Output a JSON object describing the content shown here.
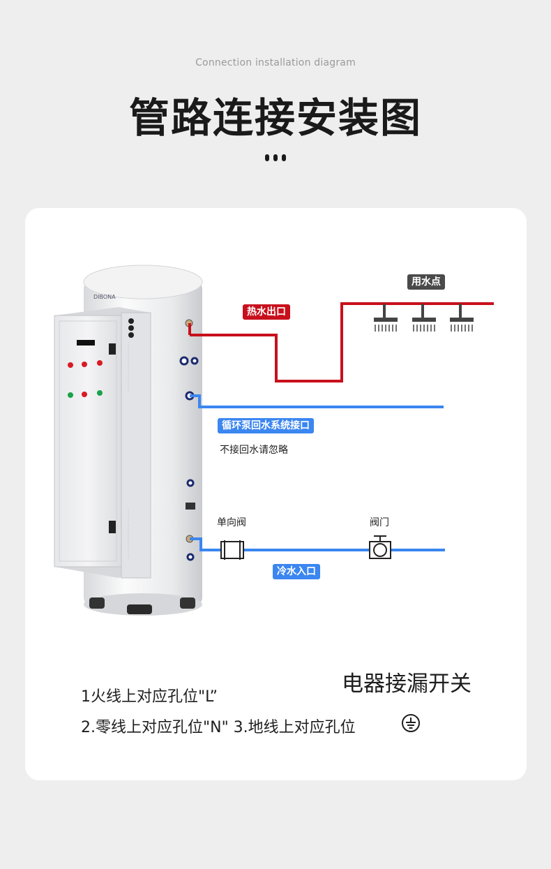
{
  "header": {
    "subtitle": "Connection installation diagram",
    "title": "管路连接安装图"
  },
  "diagram": {
    "brand": "DIBONA",
    "labels": {
      "hot_water_outlet": "热水出口",
      "water_point": "用水点",
      "circulation_return": "循环泵回水系统接口",
      "circulation_note": "不接回水请忽略",
      "check_valve": "单向阀",
      "valve": "阀门",
      "cold_water_inlet": "冷水入口"
    },
    "colors": {
      "hot_pipe": "#c8101c",
      "cold_pipe": "#3b86f0",
      "water_point_tag": "#4a4a4a"
    }
  },
  "wiring": {
    "title": "电器接漏开关",
    "line1": "1火线上对应孔位\"L”",
    "line2": "2.零线上对应孔位\"N\" 3.地线上对应孔位",
    "ground_icon": "ground-symbol-icon"
  }
}
